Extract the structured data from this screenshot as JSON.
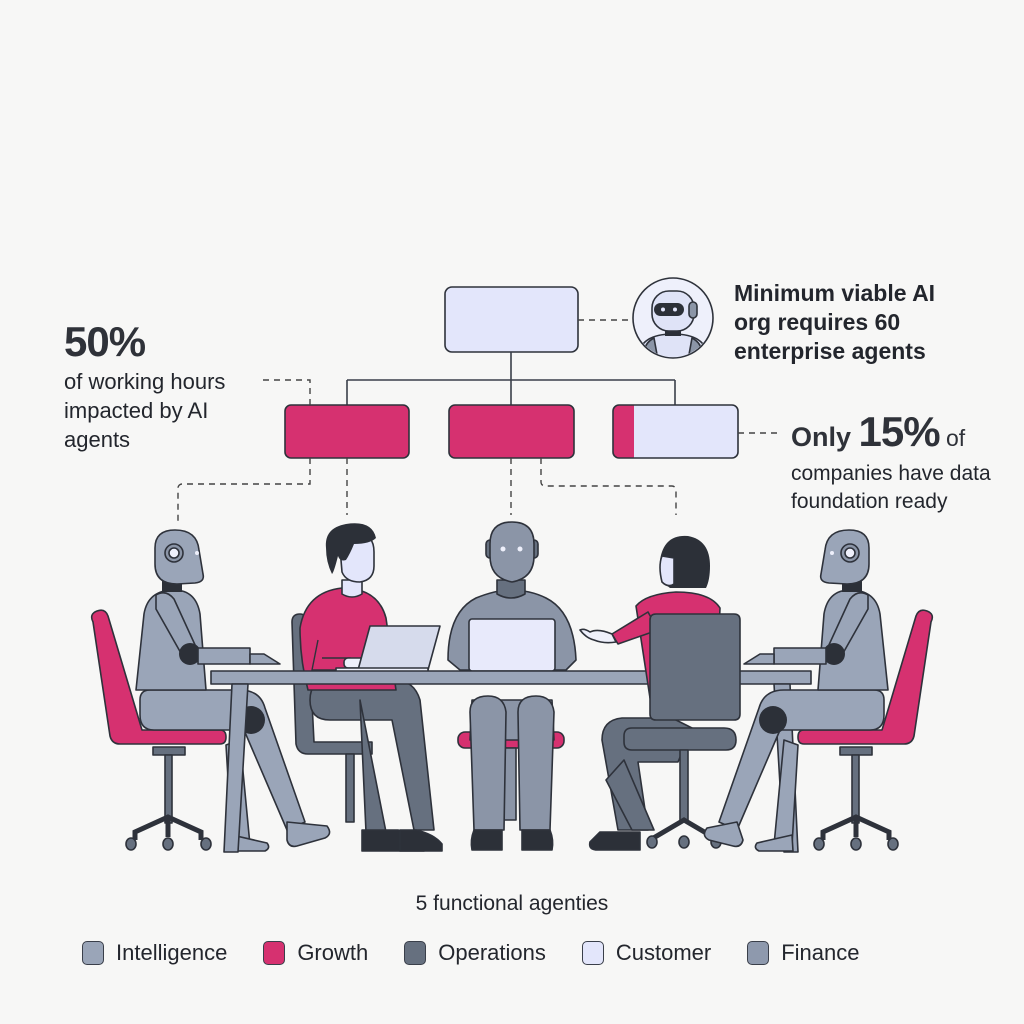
{
  "colors": {
    "background": "#f7f7f6",
    "magenta": "#d63170",
    "slate_light": "#9aa5b8",
    "slate_mid": "#8b95a7",
    "slate_dark": "#66707f",
    "charcoal": "#2c3038",
    "lavender": "#e3e6fb",
    "outline": "#3a3f4a"
  },
  "org_chart": {
    "top_box": {
      "fill": "#e3e6fb"
    },
    "children": [
      {
        "fill": "#d63170",
        "filled_pct": 100
      },
      {
        "fill": "#d63170",
        "filled_pct": 100
      },
      {
        "fill": "#e3e6fb",
        "filled_pct": 15
      }
    ]
  },
  "stats": {
    "hours": {
      "value": "50%",
      "line1": "of working hours",
      "line2": "impacted by AI",
      "line3": "agents"
    },
    "agents": {
      "line1": "Minimum viable AI",
      "line2": "org requires 60",
      "line3": "enterprise agents",
      "icon": "robot-avatar-icon"
    },
    "data": {
      "prefix": "Only ",
      "value": "15%",
      "suffix": " of",
      "line2": "companies have data",
      "line3": "foundation ready"
    }
  },
  "scene": {
    "figures": [
      {
        "type": "robot",
        "position": "left",
        "chair": "#d63170"
      },
      {
        "type": "human-man",
        "shirt": "#d63170",
        "laptop": true
      },
      {
        "type": "robot-center",
        "laptop": true,
        "chair": "#d63170"
      },
      {
        "type": "human-woman",
        "shirt": "#d63170",
        "chair": "#66707f"
      },
      {
        "type": "robot",
        "position": "right",
        "chair": "#d63170"
      }
    ]
  },
  "legend": {
    "title": "5 functional agenties",
    "items": [
      {
        "label": "Intelligence",
        "color": "#9aa5b8"
      },
      {
        "label": "Growth",
        "color": "#d63170"
      },
      {
        "label": "Operations",
        "color": "#66707f"
      },
      {
        "label": "Customer",
        "color": "#e3e6fb"
      },
      {
        "label": "Finance",
        "color": "#8e99ad"
      }
    ]
  }
}
